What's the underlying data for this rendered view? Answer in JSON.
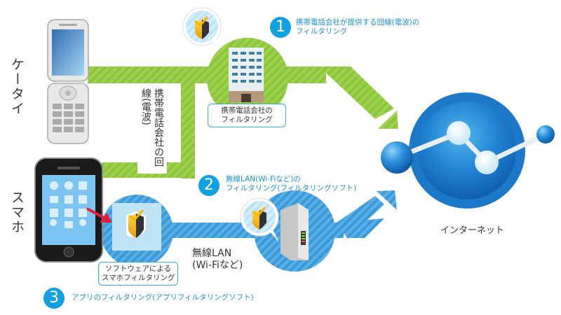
{
  "devices": {
    "feature_phone_label": "ケータイ",
    "smartphone_label": "スマホ"
  },
  "carrier_line_label": [
    "携帯電話会社の",
    "回線(電波)"
  ],
  "carrier_box": [
    "携帯電話会社の",
    "フィルタリング"
  ],
  "software_box": [
    "ソフトウェアによる",
    "スマホフィルタリング"
  ],
  "wifi_label": [
    "無線LAN",
    "(Wi-Fiなど)"
  ],
  "internet_label": "インターネット",
  "notes": [
    {
      "number": "1",
      "lines": [
        "携帯電話会社が提供する回線(電波)の",
        "フィルタリング"
      ]
    },
    {
      "number": "2",
      "lines": [
        "無線LAN(Wi-Fiなど)の",
        "フィルタリング(フィルタリングソフト)"
      ]
    },
    {
      "number": "3",
      "lines": [
        "アプリのフィルタリング(アプリフィルタリングソフト)"
      ]
    }
  ],
  "colors": {
    "green_path": "#8cc63f",
    "blue_path": "#3a9ad9",
    "badge_blue": "#12a0e0",
    "note_text": "#1a8fd6",
    "red_arrow": "#e0203c"
  }
}
